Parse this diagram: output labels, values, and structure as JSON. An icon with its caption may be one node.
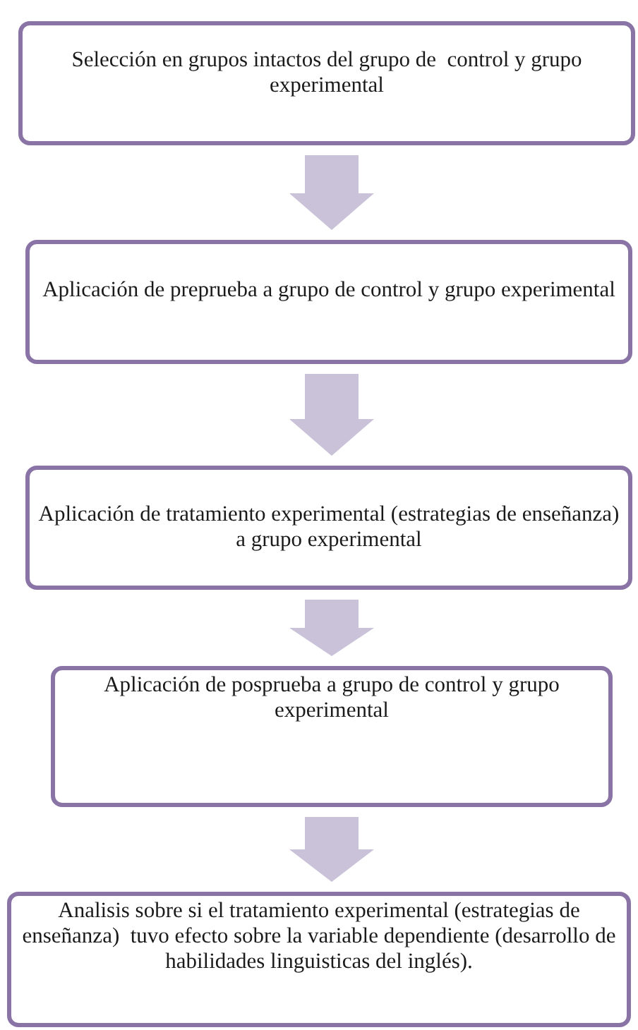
{
  "diagram": {
    "nodes": [
      {
        "text": [
          "Selección en grupos intactos del grupo de  control y grupo experimental"
        ]
      },
      {
        "text": [
          "Aplicación de preprueba a grupo de control y grupo experimental"
        ]
      },
      {
        "text": [
          "Aplicación de tratamiento experimental (estrategias de enseñanza) a grupo experimental"
        ]
      },
      {
        "text": [
          "Aplicación de posprueba a grupo de control y grupo experimental"
        ]
      },
      {
        "text": [
          "Analisis sobre si el tratamiento experimental (estrategias de enseñanza)  tuvo efecto sobre la variable dependiente (desarrollo de habilidades linguisticas del inglés)."
        ]
      }
    ],
    "edges": [
      {
        "from": 0,
        "to": 1,
        "arrow": "to"
      },
      {
        "from": 1,
        "to": 2,
        "arrow": "to"
      },
      {
        "from": 2,
        "to": 3,
        "arrow": "to"
      },
      {
        "from": 3,
        "to": 4,
        "arrow": "to"
      }
    ]
  }
}
